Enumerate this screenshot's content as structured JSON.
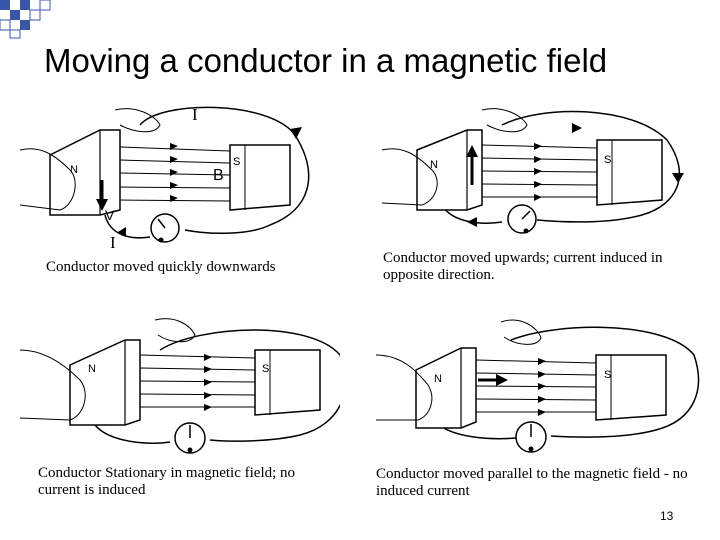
{
  "slide": {
    "title": "Moving a conductor in a magnetic field",
    "page_number": "13",
    "accent_color": "#1f3f9a"
  },
  "panels": [
    {
      "caption": "Conductor moved quickly downwards",
      "labels": {
        "north": "N",
        "south": "S",
        "current_top": "I",
        "field": "B",
        "velocity": "V",
        "current_bottom": "I"
      }
    },
    {
      "caption": "Conductor moved upwards; current induced in opposite direction.",
      "labels": {
        "north": "N",
        "south": "S"
      }
    },
    {
      "caption": "Conductor Stationary in magnetic field; no current is induced",
      "labels": {
        "north": "N",
        "south": "S"
      }
    },
    {
      "caption": "Conductor moved parallel to the magnetic field - no induced current",
      "labels": {
        "north": "N",
        "south": "S"
      }
    }
  ]
}
